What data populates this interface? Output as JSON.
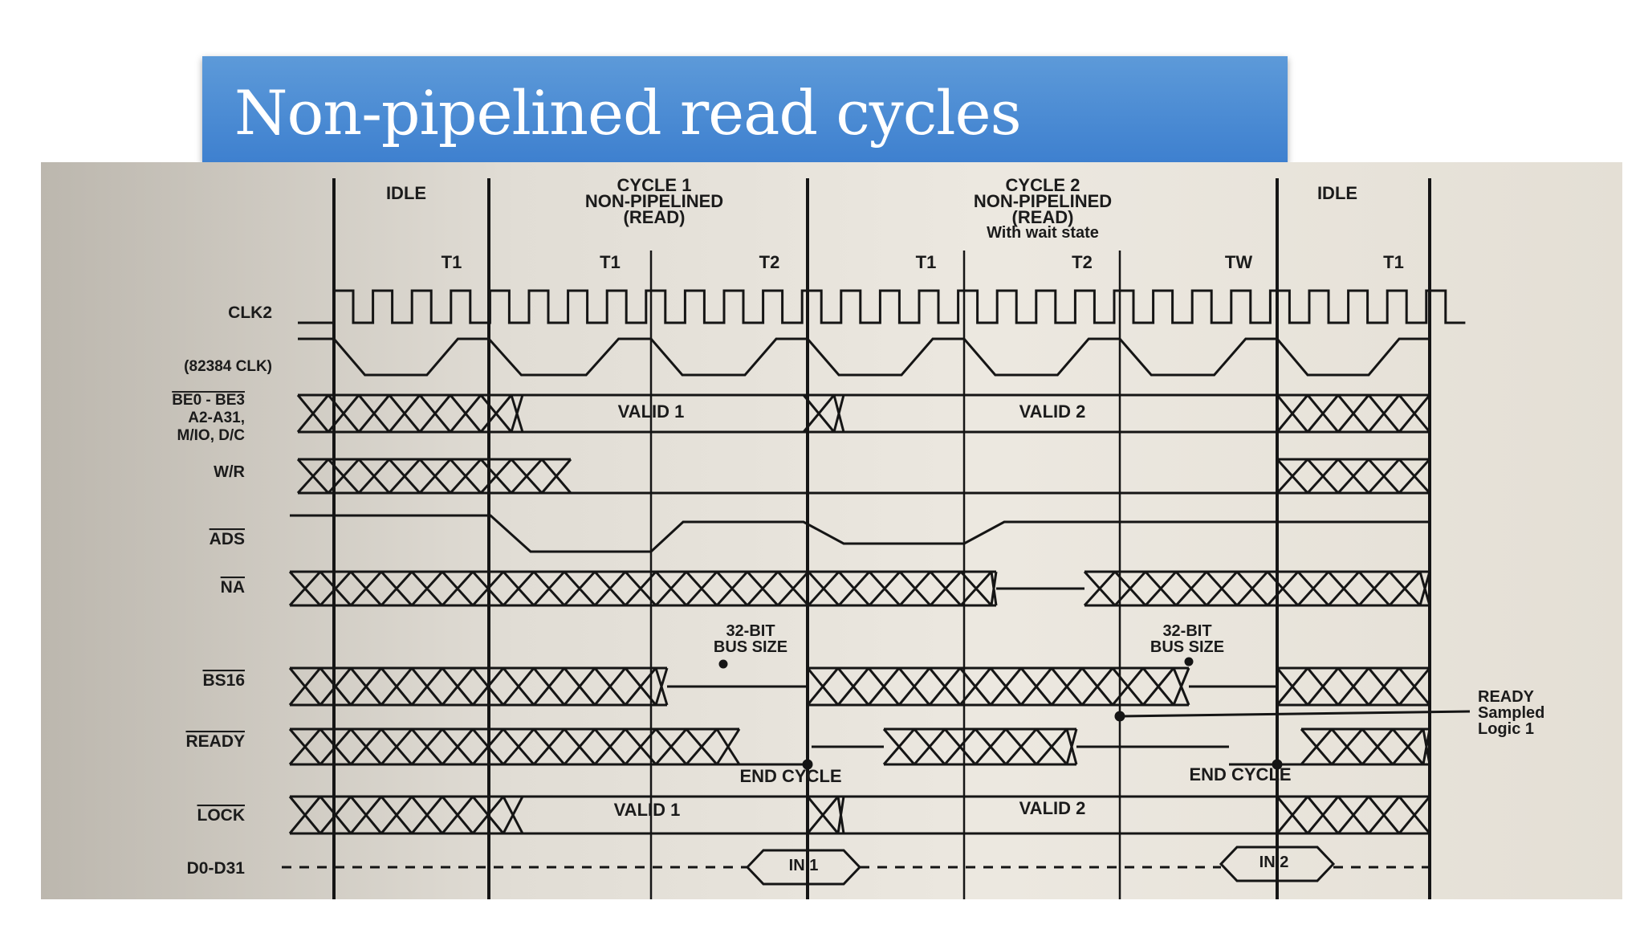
{
  "slide": {
    "title": "Non-pipelined read cycles"
  },
  "diagram": {
    "headers": {
      "idle1": "IDLE",
      "cycle1": [
        "CYCLE 1",
        "NON-PIPELINED",
        "(READ)"
      ],
      "cycle2": [
        "CYCLE 2",
        "NON-PIPELINED",
        "(READ)",
        "With wait state"
      ],
      "idle2": "IDLE"
    },
    "states": [
      "T1",
      "T1",
      "T2",
      "T1",
      "T2",
      "TW",
      "T1"
    ],
    "signals": {
      "clk2": "CLK2",
      "clk82384": "(82384 CLK)",
      "be_line1": "BE0 - BE3",
      "be_line2": "A2-A31,",
      "be_line3": "M/IO, D/C",
      "wr": "W/R",
      "ads": "ADS",
      "na": "NA",
      "bs16": "BS16",
      "ready": "READY",
      "lock": "LOCK",
      "data": "D0-D31"
    },
    "annotations": {
      "valid1": "VALID 1",
      "valid2": "VALID 2",
      "bus_size": [
        "32-BIT",
        "BUS SIZE"
      ],
      "end_cycle": "END CYCLE",
      "ready_sampled": [
        "READY",
        "Sampled",
        "Logic 1"
      ],
      "in1": "IN 1",
      "in2": "IN 2"
    }
  }
}
